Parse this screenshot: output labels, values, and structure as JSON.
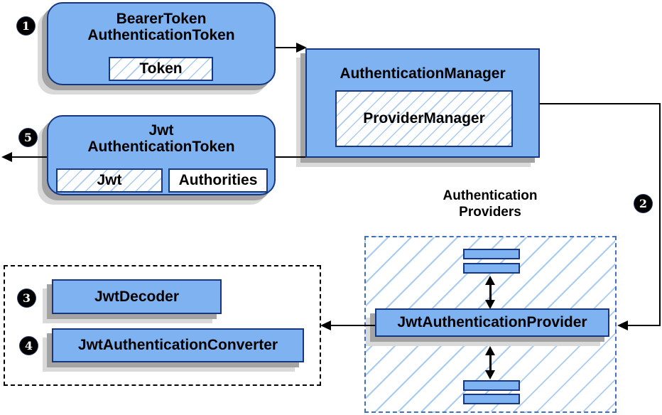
{
  "colors": {
    "node-fill": "#7eb2f0",
    "node-border": "#16367f",
    "hatch-line": "#a9caf1",
    "dash-blue": "#3f6fc1",
    "shadow-dark": "#a3a3a3",
    "shadow-light": "#d9d9d9",
    "line-color": "#000000"
  },
  "nodes": {
    "bearer": {
      "title_line1": "BearerToken",
      "title_line2": "AuthenticationToken",
      "chip": "Token"
    },
    "manager": {
      "title": "AuthenticationManager",
      "chip": "ProviderManager"
    },
    "jwt": {
      "title_line1": "Jwt",
      "title_line2": "AuthenticationToken",
      "chip_jwt": "Jwt",
      "chip_authorities": "Authorities"
    },
    "providers_group": {
      "label_line1": "Authentication",
      "label_line2": "Providers",
      "provider": "JwtAuthenticationProvider"
    },
    "helpers_group": {
      "decoder": "JwtDecoder",
      "converter": "JwtAuthenticationConverter"
    }
  },
  "badges": {
    "step1": "1",
    "step2": "2",
    "step3": "3",
    "step4": "4",
    "step5": "5"
  }
}
